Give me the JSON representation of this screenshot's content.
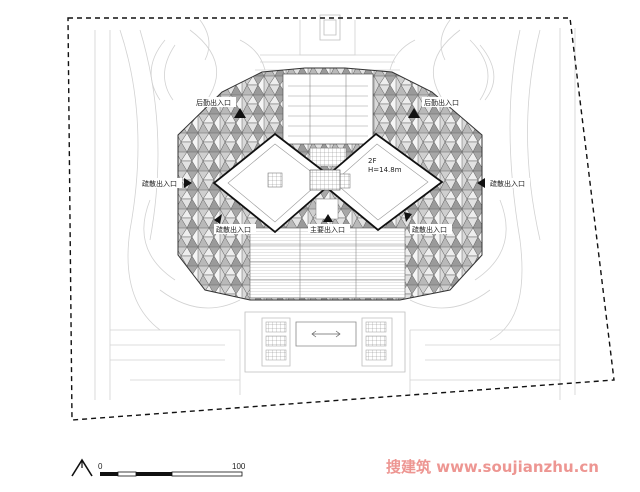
{
  "plan": {
    "level_label": "2F",
    "height_label": "H=14.8m"
  },
  "entrances": {
    "logistics_left": "后勤出入口",
    "logistics_right": "后勤出入口",
    "evac_left": "疏散出入口",
    "evac_right": "疏散出入口",
    "evac_lower_left": "疏散出入口",
    "evac_lower_right": "疏散出入口",
    "main": "主要出入口"
  },
  "scale_bar": {
    "start": "0",
    "end": "100"
  },
  "watermark": {
    "text": "搜建筑 www.soujianzhu.cn"
  },
  "colors": {
    "line": "#222222",
    "ghost": "#d2d2d2",
    "cell_fills": [
      "#ffffff",
      "#e3e3e3",
      "#c8c8c8",
      "#a9a9a9"
    ],
    "watermark": "#e0413a"
  }
}
